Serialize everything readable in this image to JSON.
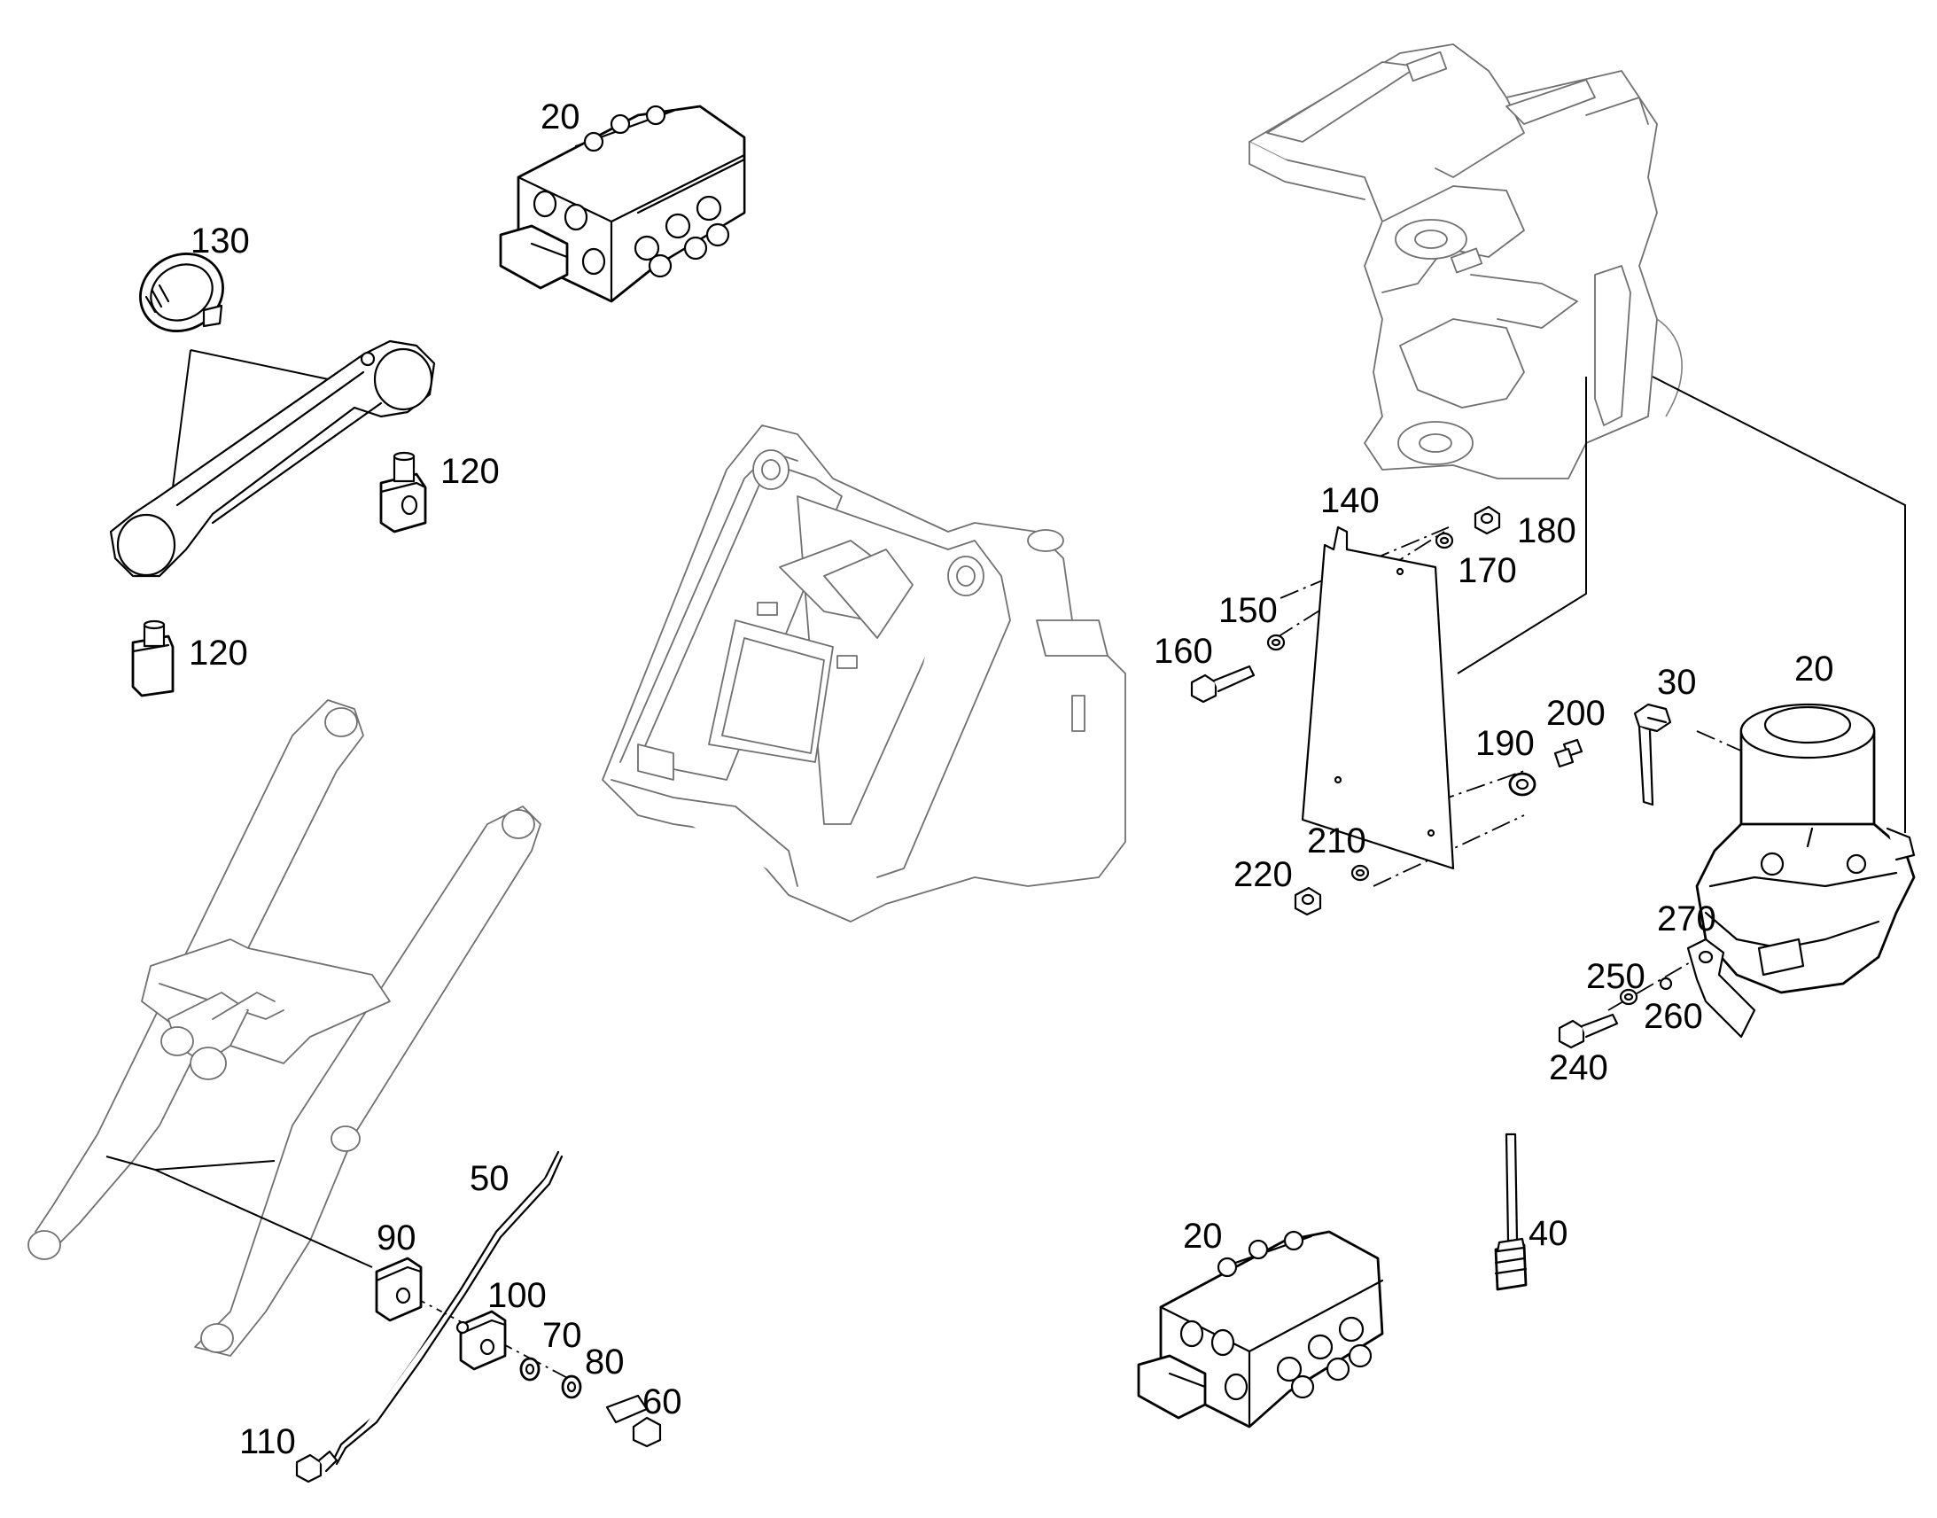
{
  "diagram": {
    "labels": {
      "p20_top": "20",
      "p130": "130",
      "p120_a": "120",
      "p120_b": "120",
      "p140": "140",
      "p180": "180",
      "p170": "170",
      "p150": "150",
      "p160": "160",
      "p30": "30",
      "p20_pump": "20",
      "p200": "200",
      "p190": "190",
      "p210": "210",
      "p220": "220",
      "p270": "270",
      "p250": "250",
      "p260": "260",
      "p240": "240",
      "p40": "40",
      "p20_bottom": "20",
      "p50": "50",
      "p90": "90",
      "p100": "100",
      "p70": "70",
      "p80": "80",
      "p60": "60",
      "p110": "110"
    }
  }
}
